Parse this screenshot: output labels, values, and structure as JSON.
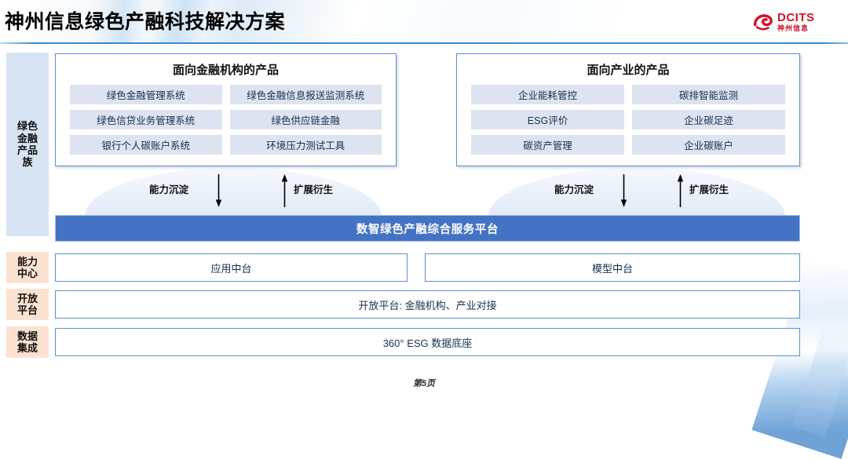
{
  "header": {
    "title": "神州信息绿色产融科技解决方案",
    "logo": {
      "en": "DCITS",
      "cn": "神州信息",
      "brand_color": "#d2112a"
    }
  },
  "sidebar": {
    "items": [
      {
        "id": "green-finance-family",
        "label": "绿色\n金融\n产品\n族",
        "color": "#d7e4f3"
      },
      {
        "id": "capability-center",
        "label": "能力\n中心",
        "color": "#fce2d1"
      },
      {
        "id": "open-platform",
        "label": "开放\n平台",
        "color": "#fce2d1"
      },
      {
        "id": "data-integration",
        "label": "数据\n集成",
        "color": "#fce2d1"
      }
    ]
  },
  "product_groups": [
    {
      "id": "financial-institutions",
      "title": "面向金融机构的产品",
      "items": [
        "绿色金融管理系统",
        "绿色金融信息报送监测系统",
        "绿色信贷业务管理系统",
        "绿色供应链金融",
        "银行个人碳账户系统",
        "环境压力测试工具"
      ]
    },
    {
      "id": "industry",
      "title": "面向产业的产品",
      "items": [
        "企业能耗管控",
        "碳排智能监测",
        "ESG评价",
        "企业碳足迹",
        "碳资产管理",
        "企业碳账户"
      ]
    }
  ],
  "flows": {
    "left": {
      "down_label": "能力沉淀",
      "up_label": "扩展衍生"
    },
    "right": {
      "down_label": "能力沉淀",
      "up_label": "扩展衍生"
    }
  },
  "platform": {
    "label": "数智绿色产融综合服务平台",
    "color": "#4472c4"
  },
  "layers": {
    "capability": [
      {
        "id": "app-middle-platform",
        "label": "应用中台"
      },
      {
        "id": "model-middle-platform",
        "label": "模型中台"
      }
    ],
    "open_platform": {
      "id": "open-platform-row",
      "label": "开放平台: 金融机构、产业对接"
    },
    "data_base": {
      "id": "data-base-row",
      "label": "360° ESG 数据底座"
    }
  },
  "footer": {
    "page_label": "第5页"
  }
}
